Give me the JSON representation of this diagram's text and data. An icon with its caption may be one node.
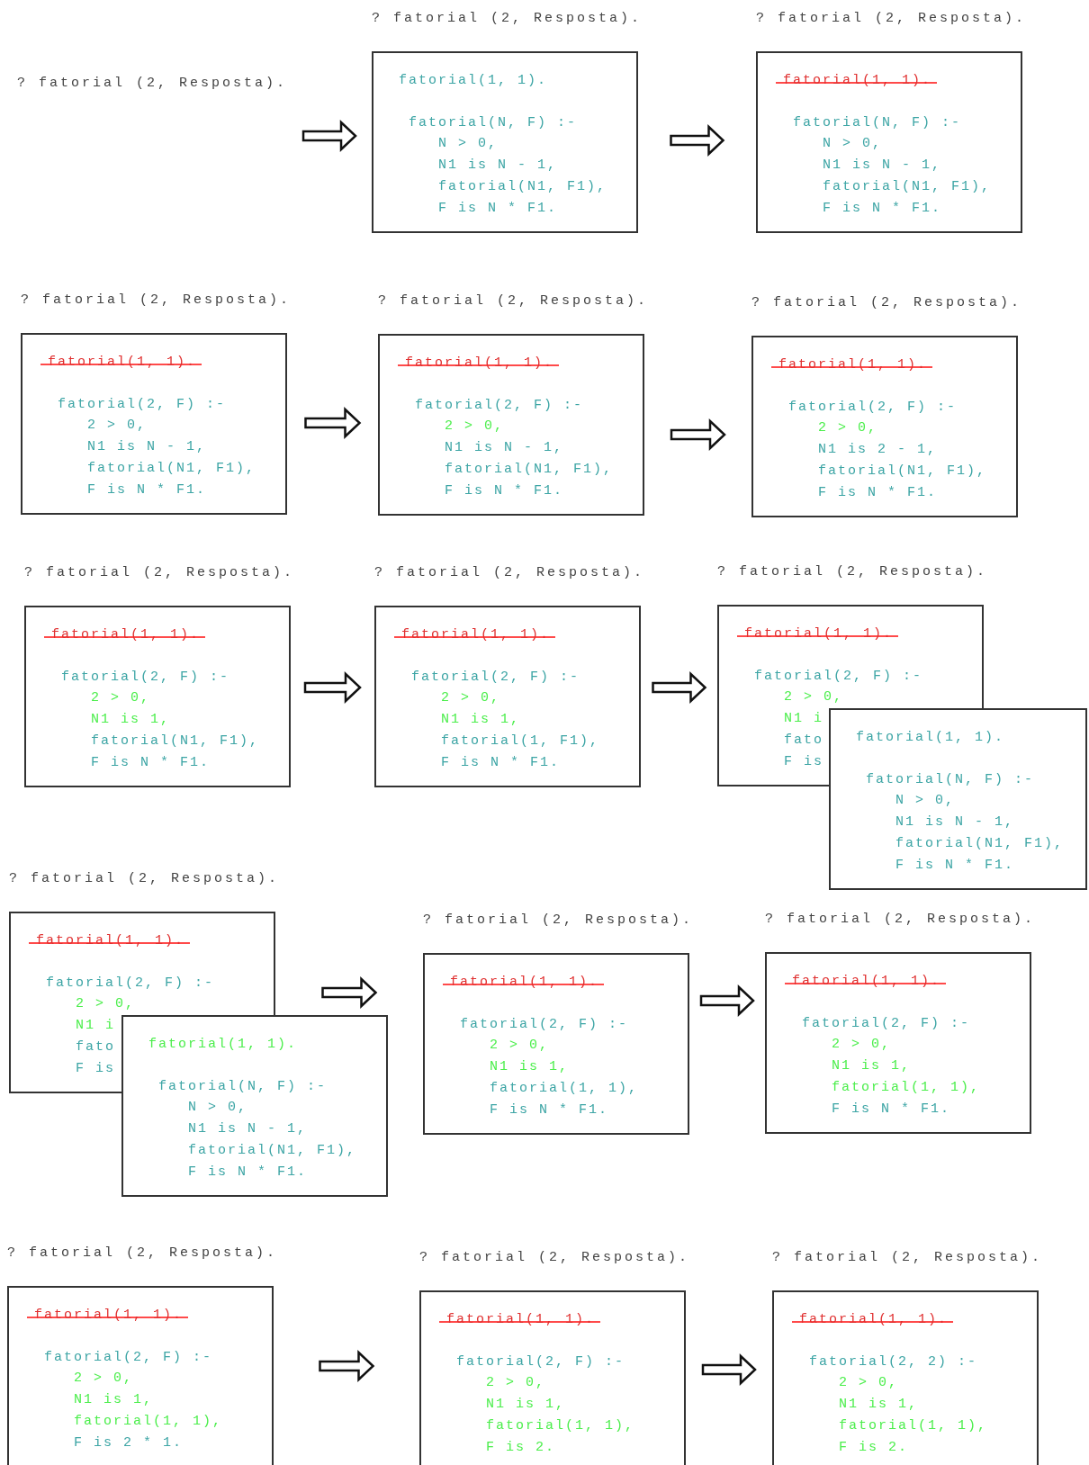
{
  "diagram": {
    "nodes": [
      {
        "text": [
          "? fatorial (2, Resposta)."
        ]
      },
      {
        "text": [
          "? fatorial (2, Resposta).",
          "fatorial(1, 1).",
          "fatorial(N, F) :-",
          "N > 0,",
          "N1 is N - 1,",
          "fatorial(N1, F1),",
          "F is N * F1."
        ]
      },
      {
        "text": [
          "? fatorial (2, Resposta).",
          "fatorial(1, 1).",
          "fatorial(N, F) :-",
          "N > 0,",
          "N1 is N - 1,",
          "fatorial(N1, F1),",
          "F is N * F1."
        ]
      },
      {
        "text": [
          "? fatorial (2, Resposta).",
          "fatorial(1, 1).",
          "fatorial(2, F) :-",
          "2 > 0,",
          "N1 is N - 1,",
          "fatorial(N1, F1),",
          "F is N * F1."
        ]
      },
      {
        "text": [
          "? fatorial (2, Resposta).",
          "fatorial(1, 1).",
          "fatorial(2, F) :-",
          "2 > 0,",
          "N1 is N - 1,",
          "fatorial(N1, F1),",
          "F is N * F1."
        ]
      },
      {
        "text": [
          "? fatorial (2, Resposta).",
          "fatorial(1, 1).",
          "fatorial(2, F) :-",
          "2 > 0,",
          "N1 is 2 - 1,",
          "fatorial(N1, F1),",
          "F is N * F1."
        ]
      },
      {
        "text": [
          "? fatorial (2, Resposta).",
          "fatorial(1, 1).",
          "fatorial(2, F) :-",
          "2 > 0,",
          "N1 is 1,",
          "fatorial(N1, F1),",
          "F is N * F1."
        ]
      },
      {
        "text": [
          "? fatorial (2, Resposta).",
          "fatorial(1, 1).",
          "fatorial(2, F) :-",
          "2 > 0,",
          "N1 is 1,",
          "fatorial(1, F1),",
          "F is N * F1."
        ]
      },
      {
        "text": [
          "? fatorial (2, Resposta).",
          "fatorial(1, 1).",
          "fatorial(2, F) :-",
          "2 > 0,",
          "N1 i",
          "fato",
          "F is"
        ]
      },
      {
        "text": [
          "fatorial(1, 1).",
          "fatorial(N, F) :-",
          "N > 0,",
          "N1 is N - 1,",
          "fatorial(N1, F1),",
          "F is N * F1."
        ]
      },
      {
        "text": [
          "? fatorial (2, Resposta).",
          "fatorial(1, 1).",
          "fatorial(2, F) :-",
          "2 > 0,",
          "N1 i",
          "fato",
          "F is"
        ]
      },
      {
        "text": [
          "fatorial(1, 1).",
          "fatorial(N, F) :-",
          "N > 0,",
          "N1 is N - 1,",
          "fatorial(N1, F1),",
          "F is N * F1."
        ]
      },
      {
        "text": [
          "? fatorial (2, Resposta).",
          "fatorial(1, 1).",
          "fatorial(2, F) :-",
          "2 > 0,",
          "N1 is 1,",
          "fatorial(1, 1),",
          "F is N * F1."
        ]
      },
      {
        "text": [
          "? fatorial (2, Resposta).",
          "fatorial(1, 1).",
          "fatorial(2, F) :-",
          "2 > 0,",
          "N1 is 1,",
          "fatorial(1, 1),",
          "F is N * F1."
        ]
      },
      {
        "text": [
          "? fatorial (2, Resposta).",
          "fatorial(1, 1).",
          "fatorial(2, F) :-",
          "2 > 0,",
          "N1 is 1,",
          "fatorial(1, 1),",
          "F is 2 * 1."
        ]
      },
      {
        "text": [
          "? fatorial (2, Resposta).",
          "fatorial(1, 1).",
          "fatorial(2, F) :-",
          "2 > 0,",
          "N1 is 1,",
          "fatorial(1, 1),",
          "F is 2."
        ]
      },
      {
        "text": [
          "? fatorial (2, Resposta).",
          "fatorial(1, 1).",
          "fatorial(2, 2) :-",
          "2 > 0,",
          "N1 is 1,",
          "fatorial(1, 1),",
          "F is 2."
        ]
      }
    ],
    "edges": [
      {
        "from": 0,
        "to": 1,
        "arrow": "to"
      },
      {
        "from": 1,
        "to": 2,
        "arrow": "to"
      },
      {
        "from": 3,
        "to": 4,
        "arrow": "to"
      },
      {
        "from": 4,
        "to": 5,
        "arrow": "to"
      },
      {
        "from": 6,
        "to": 7,
        "arrow": "to"
      },
      {
        "from": 7,
        "to": 8,
        "arrow": "to"
      },
      {
        "from": 10,
        "to": 12,
        "arrow": "to"
      },
      {
        "from": 12,
        "to": 13,
        "arrow": "to"
      },
      {
        "from": 14,
        "to": 15,
        "arrow": "to"
      },
      {
        "from": 15,
        "to": 16,
        "arrow": "to"
      }
    ]
  }
}
